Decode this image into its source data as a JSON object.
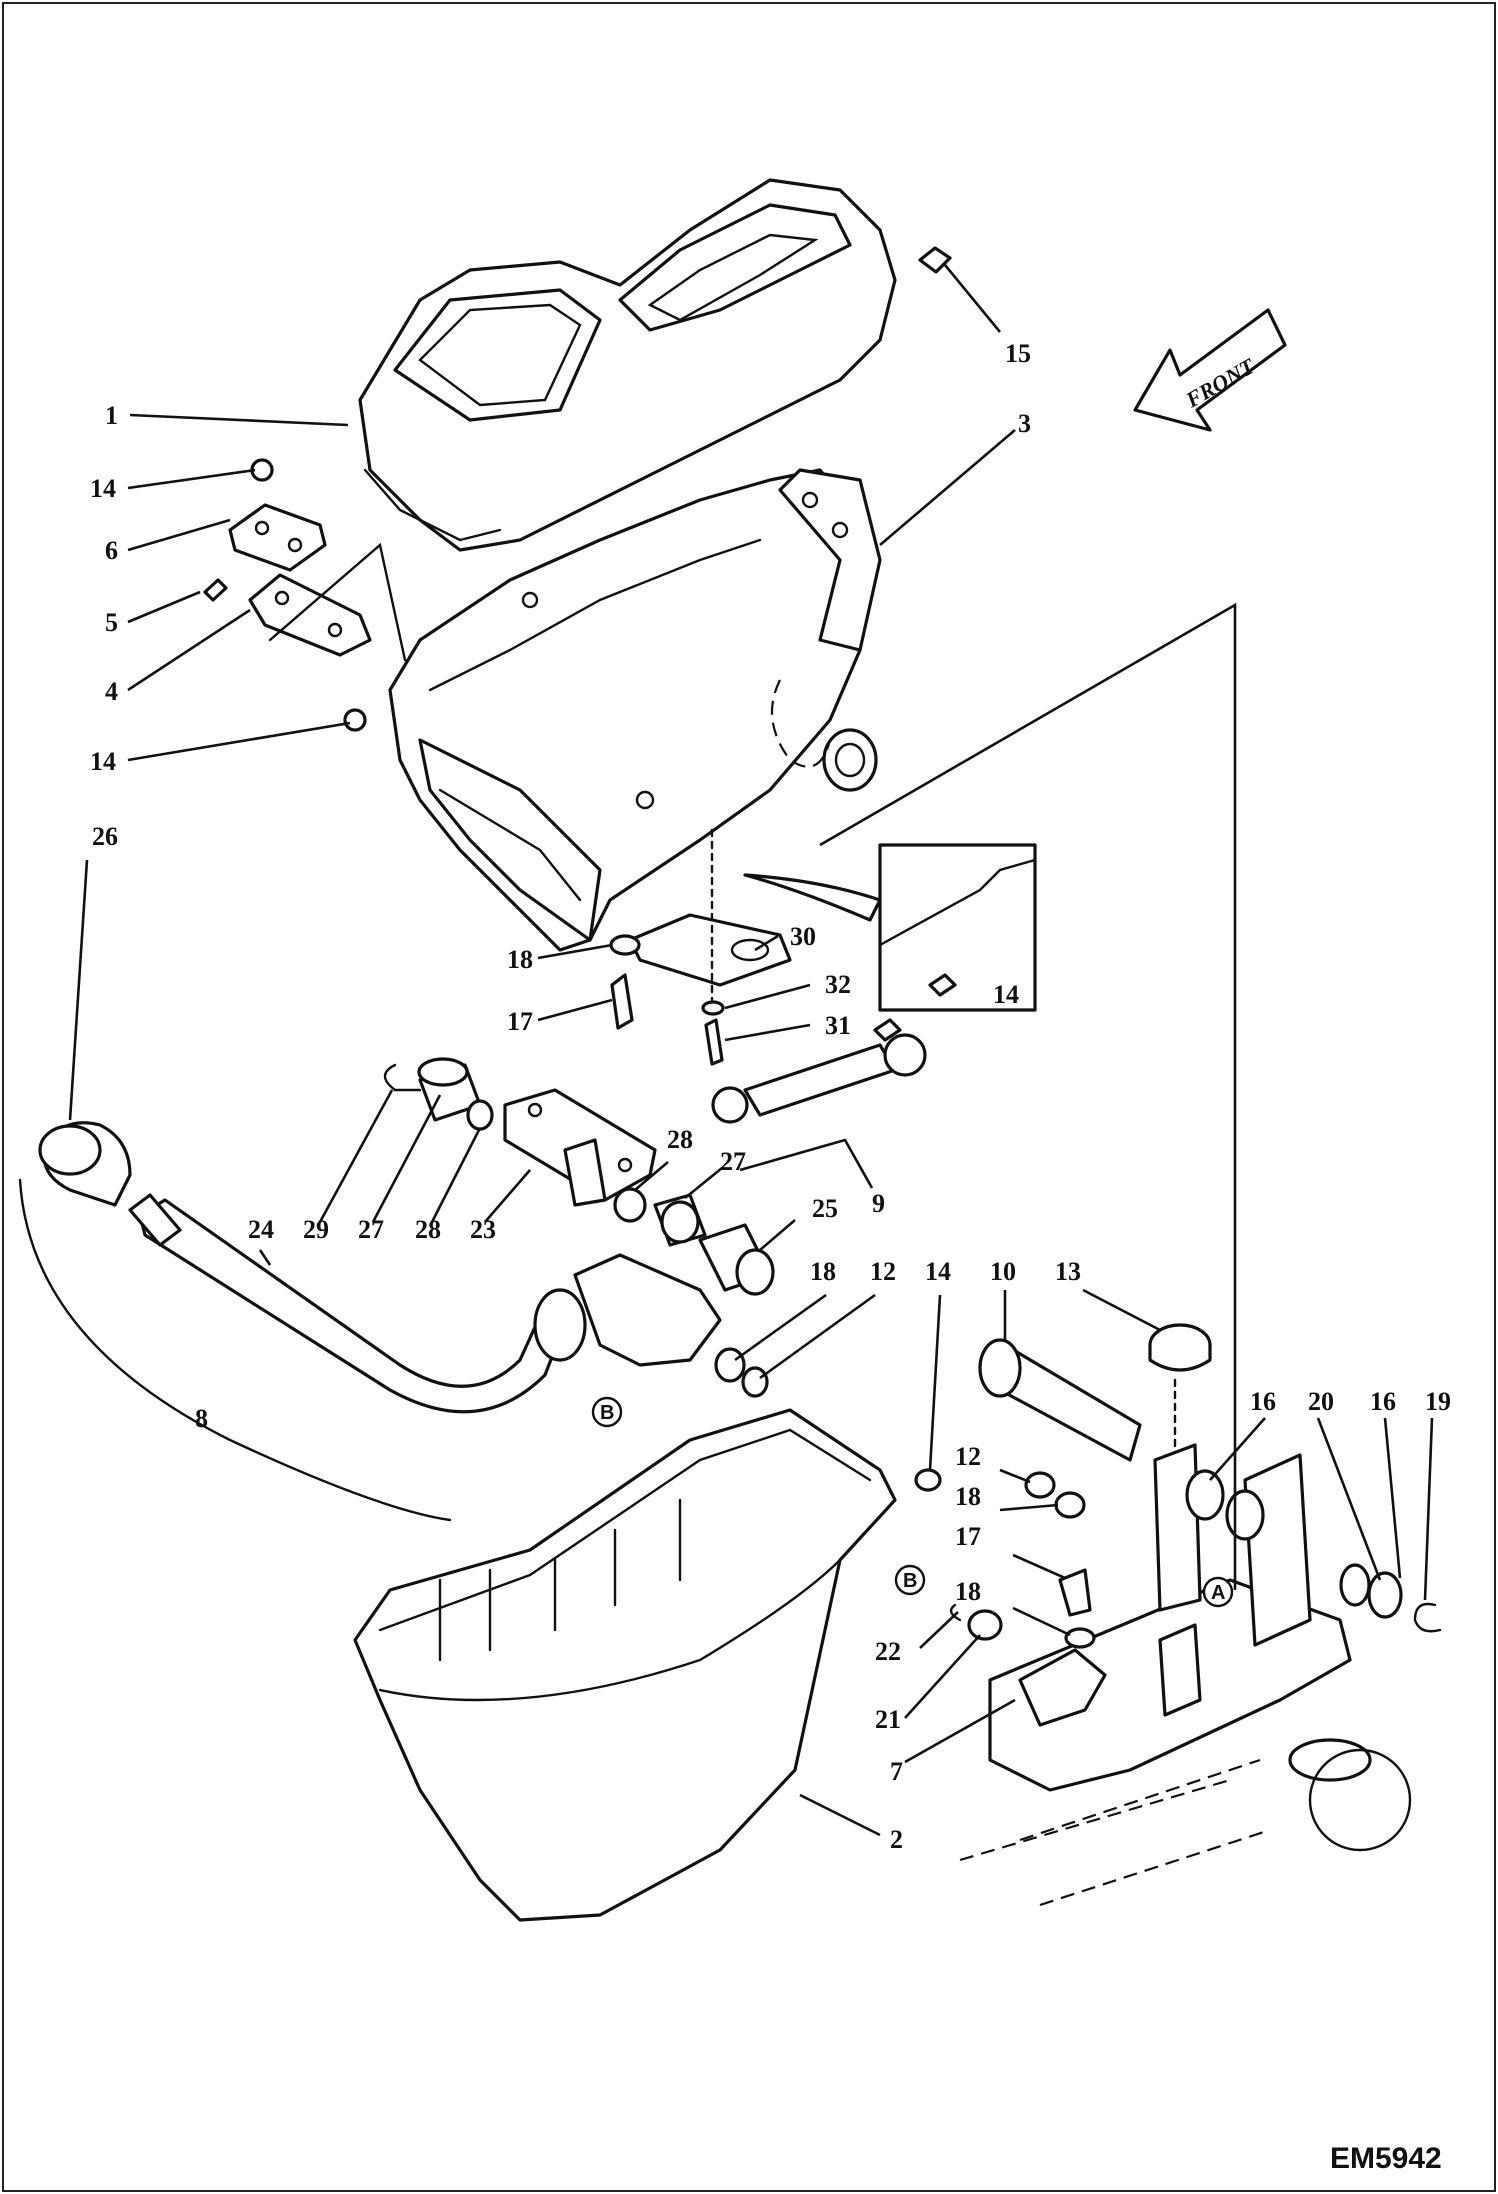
{
  "drawing_number": "EM5942",
  "front_label": "FRONT",
  "reference_markers": {
    "a": "A",
    "b": "B"
  },
  "callouts": [
    "1",
    "14",
    "6",
    "5",
    "4",
    "14",
    "26",
    "15",
    "3",
    "18",
    "17",
    "30",
    "32",
    "31",
    "9",
    "29",
    "27",
    "28",
    "23",
    "28",
    "27",
    "25",
    "24",
    "8",
    "18",
    "12",
    "14",
    "10",
    "13",
    "16",
    "20",
    "16",
    "19",
    "12",
    "18",
    "17",
    "18",
    "22",
    "21",
    "7",
    "2",
    "14"
  ]
}
